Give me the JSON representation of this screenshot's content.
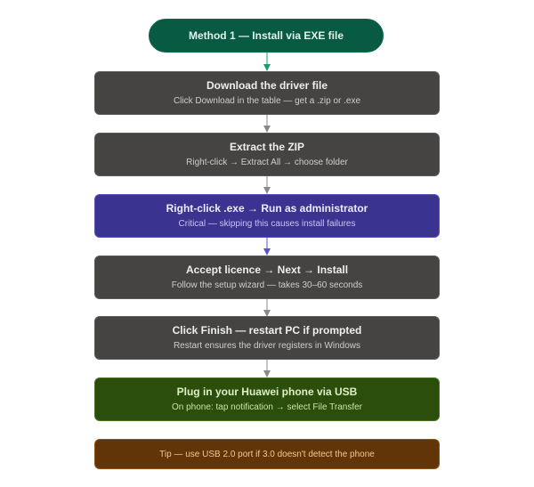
{
  "start": {
    "label": "Method 1 — Install via EXE file"
  },
  "steps": [
    {
      "title": "Download the driver file",
      "subtitle": "Click Download in the table — get a .zip or .exe",
      "style": "dark"
    },
    {
      "title": "Extract the ZIP",
      "subtitle": "Right-click → Extract All → choose folder",
      "style": "dark"
    },
    {
      "title": "Right-click .exe → Run as administrator",
      "subtitle": "Critical — skipping this causes install failures",
      "style": "purple"
    },
    {
      "title": "Accept licence → Next → Install",
      "subtitle": "Follow the setup wizard — takes 30–60 seconds",
      "style": "dark"
    },
    {
      "title": "Click Finish — restart PC if prompted",
      "subtitle": "Restart ensures the driver registers in Windows",
      "style": "dark"
    },
    {
      "title": "Plug in your Huawei phone via USB",
      "subtitle": "On phone: tap notification → select File Transfer",
      "style": "green"
    }
  ],
  "tip": {
    "label": "Tip — use USB 2.0 port if 3.0 doesn't detect the phone"
  },
  "colors": {
    "start_fill": "#085a43",
    "step_dark": "#454442",
    "step_critical": "#3b3390",
    "step_final": "#2c4e0c",
    "tip_fill": "#623509",
    "arrow_default": "#8a8a8a",
    "arrow_start": "#1d9a6c",
    "arrow_critical": "#5b52c8"
  }
}
